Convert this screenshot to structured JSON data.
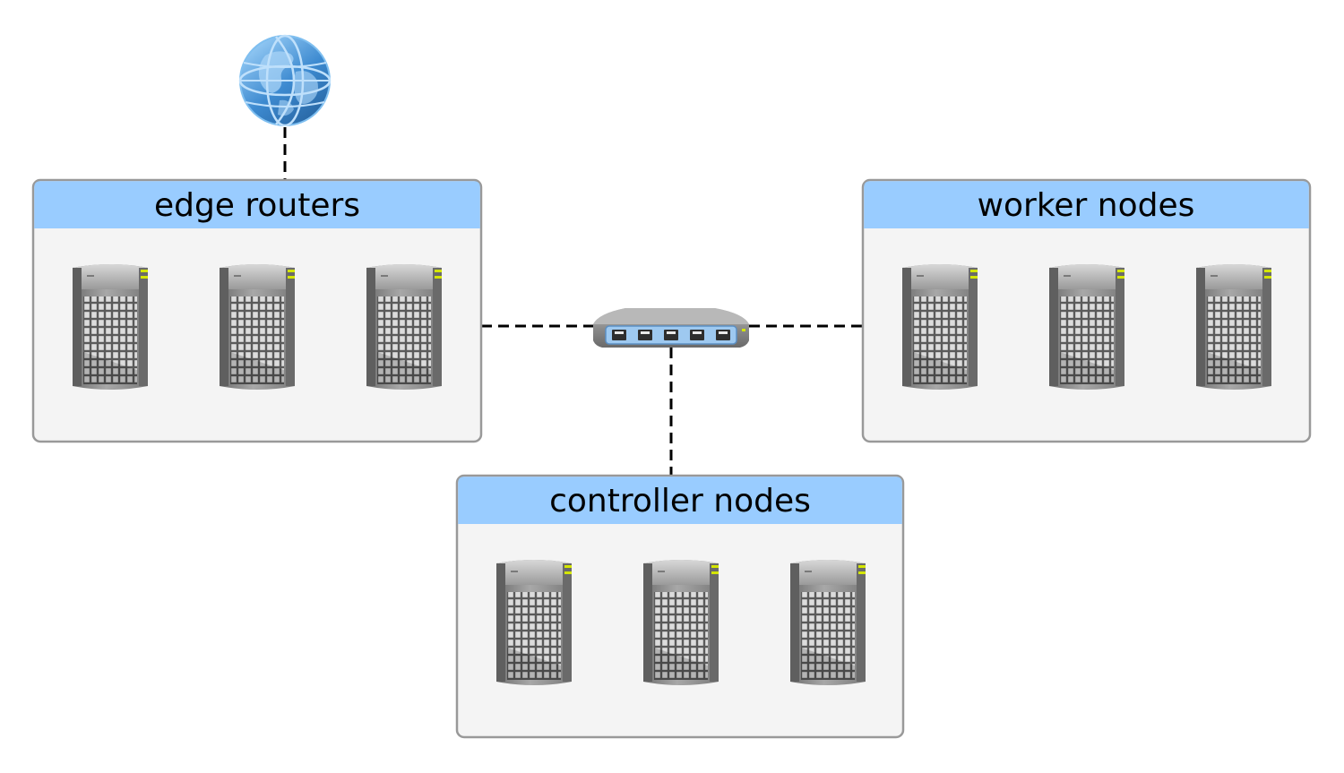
{
  "colors": {
    "group_header": "#99ccff",
    "group_body": "#f4f4f4",
    "group_border": "#999999",
    "connector": "#000000",
    "globe": "#3a86c8",
    "switch_body": "#8f8f8f",
    "switch_panel": "#9ec9f0",
    "server_body": "#8a8a8a",
    "server_led": "#d4e600"
  },
  "icons": {
    "internet": "globe-icon",
    "switch": "network-switch-icon",
    "server": "server-tower-icon"
  },
  "groups": {
    "edge": {
      "title": "edge routers",
      "server_count": 3
    },
    "worker": {
      "title": "worker nodes",
      "server_count": 3
    },
    "controller": {
      "title": "controller nodes",
      "server_count": 3
    }
  },
  "connections": [
    {
      "from": "internet",
      "to": "edge routers",
      "style": "dashed"
    },
    {
      "from": "edge routers",
      "to": "switch",
      "style": "dashed"
    },
    {
      "from": "switch",
      "to": "worker nodes",
      "style": "dashed"
    },
    {
      "from": "switch",
      "to": "controller nodes",
      "style": "dashed"
    }
  ]
}
